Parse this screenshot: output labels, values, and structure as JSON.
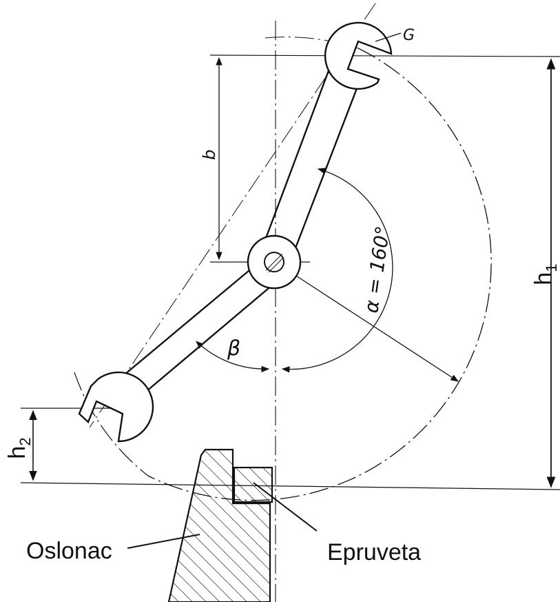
{
  "labels": {
    "weight": "G",
    "arm_length": "b",
    "angle_alpha": "α = 160°",
    "angle_beta": "β",
    "start_height": "h",
    "start_height_sub": "1",
    "end_height": "h",
    "end_height_sub": "2",
    "support": "Oslonac",
    "specimen": "Epruveta"
  },
  "colors": {
    "ink": "#111111",
    "paper": "#ffffff"
  }
}
